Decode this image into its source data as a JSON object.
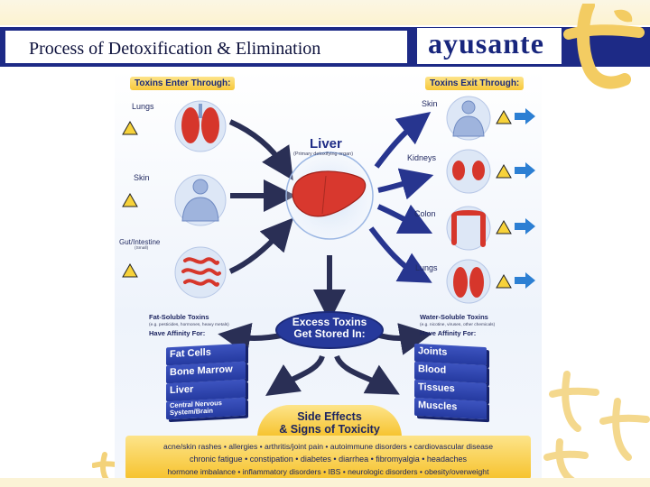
{
  "slide": {
    "title": "Process of Detoxification & Elimination",
    "brand": "ayusante"
  },
  "colors": {
    "title_bar": "#1d2a86",
    "brand_orange": "#f28a1e",
    "decor_gold": "#f3cc62",
    "accent_yellow": "#f8c93c",
    "stack_blue": "#2f45ad"
  },
  "diagram": {
    "enter_header": "Toxins Enter Through:",
    "exit_header": "Toxins Exit Through:",
    "entries": [
      {
        "label": "Lungs",
        "icon": "lungs-organ-icon"
      },
      {
        "label": "Skin",
        "icon": "human-torso-icon"
      },
      {
        "label": "Gut/Intestine",
        "sub": "(Small)",
        "icon": "small-intestine-icon"
      }
    ],
    "liver": {
      "title": "Liver",
      "subtitle": "(Primary detoxifying organ)"
    },
    "exits": [
      {
        "label": "Skin",
        "icon": "human-torso-icon"
      },
      {
        "label": "Kidneys",
        "icon": "kidneys-icon"
      },
      {
        "label": "Colon",
        "icon": "colon-icon"
      },
      {
        "label": "Lungs",
        "icon": "lungs-organ-icon"
      }
    ],
    "excess": {
      "line1": "Excess Toxins",
      "line2": "Get Stored In:"
    },
    "fat_soluble": {
      "line1": "Fat-Soluble Toxins",
      "note": "(e.g. pesticides, hormones, heavy metals)",
      "line2": "Have Affinity For:",
      "items": [
        "Fat Cells",
        "Bone Marrow",
        "Liver"
      ],
      "brain_line1": "Central Nervous",
      "brain_line2": "System/Brain"
    },
    "water_soluble": {
      "line1": "Water-Soluble Toxins",
      "note": "(e.g. nicotine, viruses, other chemicals)",
      "line2": "Have Affinity For:",
      "items": [
        "Joints",
        "Blood",
        "Tissues",
        "Muscles"
      ]
    },
    "side_effects": {
      "line1": "Side Effects",
      "line2": "& Signs of Toxicity",
      "symptoms": [
        "acne/skin rashes • allergies • arthritis/joint pain • autoimmune disorders • cardiovascular disease",
        "chronic fatigue • constipation • diabetes • diarrhea • fibromyalgia • headaches",
        "hormone imbalance • inflammatory disorders • IBS • neurologic disorders • obesity/overweight"
      ]
    },
    "icons": {
      "hazard": "toxic-hazard-icon",
      "exit_arrow": "exit-arrow-icon"
    }
  }
}
